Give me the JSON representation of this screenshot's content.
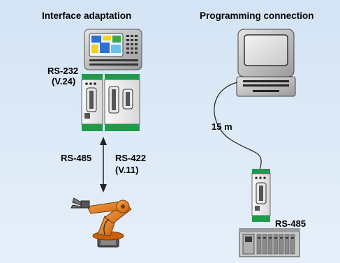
{
  "titles": {
    "left": "Interface adaptation",
    "right": "Programming connection"
  },
  "labels": {
    "rs232_line1": "RS-232",
    "rs232_line2": "(V.24)",
    "rs485_left": "RS-485",
    "rs422_line1": "RS-422",
    "rs422_line2": "(V.11)",
    "cable_length": "15 m",
    "rs485_right": "RS-485"
  },
  "colors": {
    "panel_bg": "#d7e6f6",
    "module_green": "#1f9a4a",
    "robot_orange": "#e57a1e",
    "monitor_grey": "#b8b8b8"
  }
}
